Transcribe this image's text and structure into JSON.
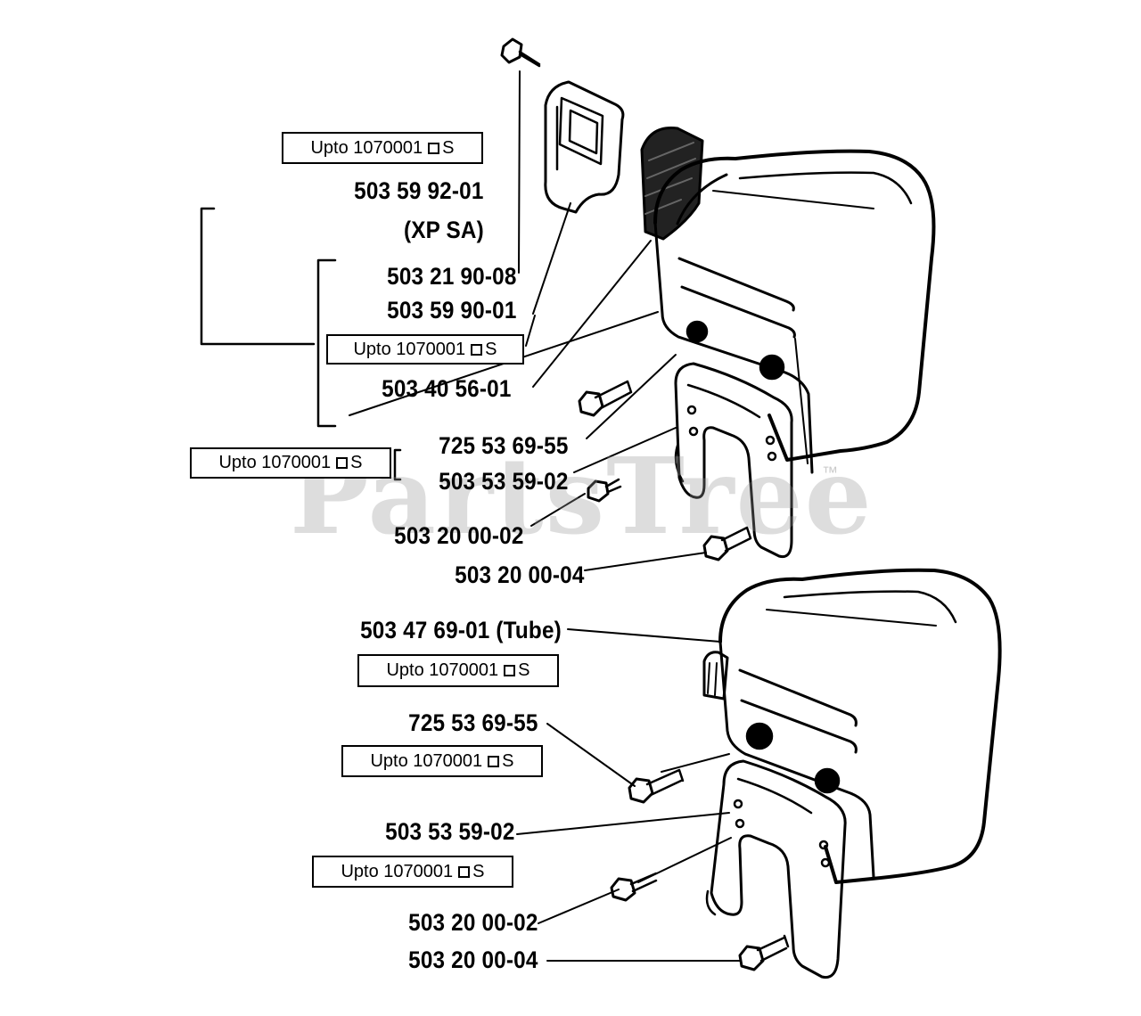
{
  "watermark": {
    "text": "PartsTree",
    "trademark": "™"
  },
  "labels": {
    "upto_top": "Upto 1070001",
    "p_503_59_92_01": "503 59 92-01",
    "xp_sa": "(XP SA)",
    "p_503_21_90_08": "503 21 90-08",
    "p_503_59_90_01": "503 59 90-01",
    "upto_mid": "Upto 1070001",
    "p_503_40_56_01": "503 40 56-01",
    "p_725_53_69_55_a": "725 53 69-55",
    "upto_left": "Upto 1070001",
    "p_503_53_59_02_a": "503 53 59-02",
    "p_503_20_00_02_a": "503 20 00-02",
    "p_503_20_00_04_a": "503 20 00-04",
    "p_503_47_69_01": "503 47 69-01 (Tube)",
    "upto_b1": "Upto 1070001",
    "p_725_53_69_55_b": "725 53 69-55",
    "upto_b2": "Upto 1070001",
    "p_503_53_59_02_b": "503 53 59-02",
    "upto_b3": "Upto 1070001",
    "p_503_20_00_02_b": "503 20 00-02",
    "p_503_20_00_04_b": "503 20 00-04",
    "s_mark": "S"
  }
}
